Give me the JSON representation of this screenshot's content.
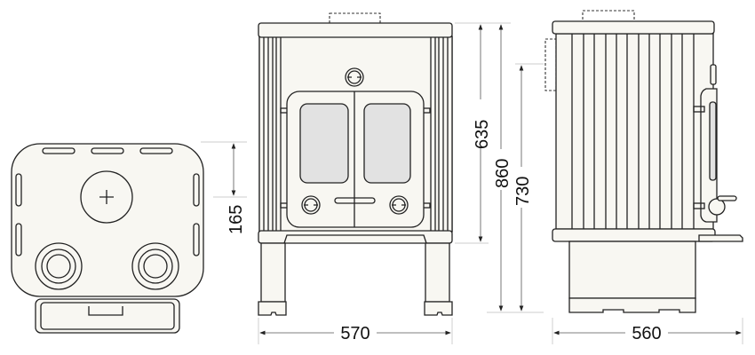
{
  "title": "Stove dimension drawing",
  "views": {
    "top": {
      "dimension_label": "165"
    },
    "front": {
      "width_label": "570",
      "height_labels": [
        "635",
        "860",
        "730"
      ]
    },
    "side": {
      "depth_label": "560"
    }
  }
}
